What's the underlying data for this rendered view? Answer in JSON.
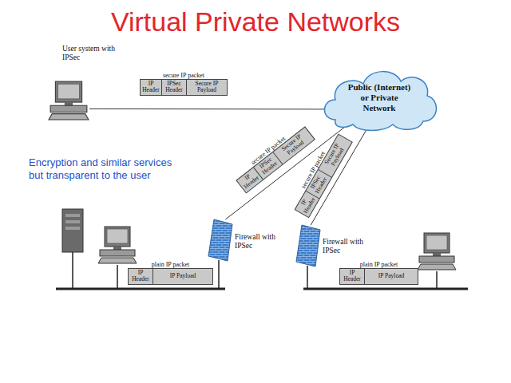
{
  "diagram": {
    "title": "Virtual Private Networks",
    "nodes": [
      {
        "text": [
          "User system with IPSec"
        ]
      },
      {
        "text": [
          "secure IP packet"
        ]
      },
      {
        "text": [
          "IP Header"
        ],
        "in": 1
      },
      {
        "text": [
          "IPSec Header"
        ],
        "in": 1
      },
      {
        "text": [
          "Secure IP Payload"
        ],
        "in": 1
      },
      {
        "text": [
          "Public (Internet) or Private Network"
        ]
      },
      {
        "text": [
          "secure IP packet"
        ]
      },
      {
        "text": [
          "IP Header"
        ],
        "in": 6
      },
      {
        "text": [
          "IPSec Header"
        ],
        "in": 6
      },
      {
        "text": [
          "Secure IP Payload"
        ],
        "in": 6
      },
      {
        "text": [
          "secure IP packet"
        ]
      },
      {
        "text": [
          "IP Header"
        ],
        "in": 10
      },
      {
        "text": [
          "IPSec Header"
        ],
        "in": 10
      },
      {
        "text": [
          "Secure IP Payload"
        ],
        "in": 10
      },
      {
        "text": [
          "Firewall with IPSec"
        ]
      },
      {
        "text": [
          "Firewall with IPSec"
        ]
      },
      {
        "text": [
          "plain IP packet"
        ]
      },
      {
        "text": [
          "IP Header"
        ],
        "in": 16
      },
      {
        "text": [
          "IP Payload"
        ],
        "in": 16
      },
      {
        "text": [
          "plain IP packet"
        ]
      },
      {
        "text": [
          "IP Header"
        ],
        "in": 19
      },
      {
        "text": [
          "IP Payload"
        ],
        "in": 19
      }
    ],
    "edges": [
      {
        "from": 0,
        "to": 5,
        "arrow": "none"
      },
      {
        "from": 14,
        "to": 5,
        "arrow": "none"
      },
      {
        "from": 15,
        "to": 5,
        "arrow": "none"
      }
    ],
    "labels": [
      "Encryption and similar services but transparent to the user"
    ]
  }
}
